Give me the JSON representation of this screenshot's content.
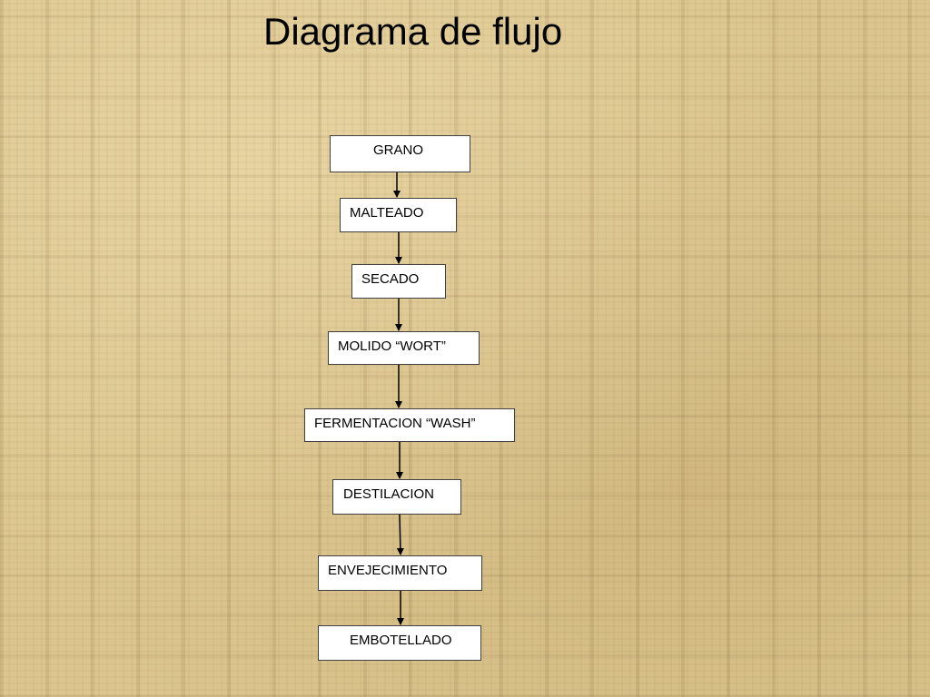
{
  "title": "Diagrama de flujo",
  "steps": [
    "GRANO",
    "MALTEADO",
    "SECADO",
    "MOLIDO “WORT”",
    "FERMENTACION “WASH”",
    "DESTILACION",
    "ENVEJECIMIENTO",
    "EMBOTELLADO"
  ],
  "colors": {
    "background": "#dcc68f",
    "box_fill": "#ffffff",
    "line": "#000000"
  }
}
